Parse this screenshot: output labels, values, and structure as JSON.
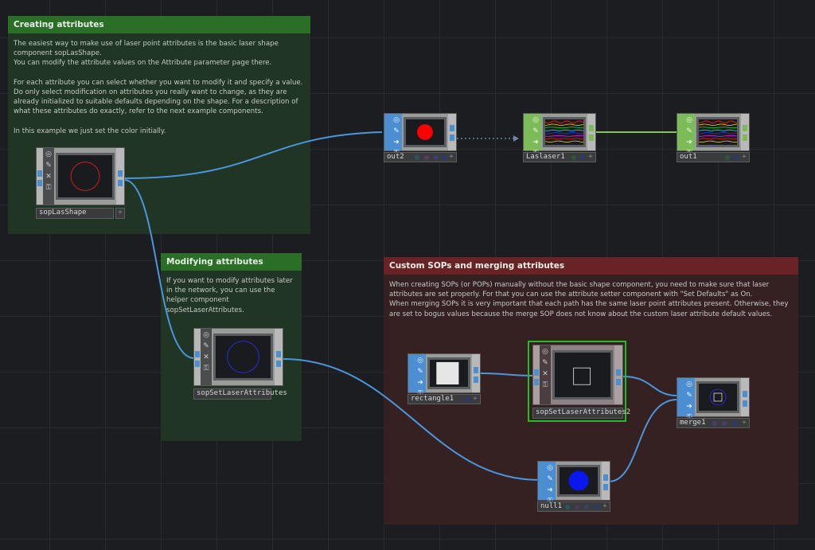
{
  "annotations": {
    "creating": {
      "title": "Creating attributes",
      "body": "The easiest way to make use of laser point attributes is the basic laser shape component sopLasShape.\nYou can modify the attribute values on the Attribute parameter page there.\n\nFor each attribute you can select whether you want to modify it and specify a value.\nDo only select modification on attributes you really want to change, as they are already initialized to suitable defaults depending on the shape. For a description of what these attributes do exactly, refer to the next example components.\n\nIn this example we just set the color initially."
    },
    "modifying": {
      "title": "Modifying attributes",
      "body": "If you want to modify attributes later in the network, you can use the helper component sopSetLaserAttributes."
    },
    "custom": {
      "title": "Custom SOPs and merging attributes",
      "body": "When creating SOPs (or POPs) manually without the basic shape component, you need to make sure that laser attributes are set properly. For that you can use the attribute setter component with \"Set Defaults\" as On.\nWhen merging SOPs it is very important that each path has the same laser point attributes present. Otherwise, they are set to bogus values because the merge SOP does not know about the custom laser attribute default values."
    }
  },
  "nodes": {
    "sopLasShape": {
      "name": "sopLasShape",
      "type": "component",
      "preview": "red-circle-outline"
    },
    "out2": {
      "name": "out2",
      "type": "SOP",
      "preview": "red-filled-circle"
    },
    "laslaser1": {
      "name": "Laslaser1",
      "type": "CHOP",
      "preview": "channel-waveforms"
    },
    "out1": {
      "name": "out1",
      "type": "CHOP",
      "preview": "channel-waveforms"
    },
    "sopSetLaserAttributes": {
      "name": "sopSetLaserAttributes",
      "type": "component",
      "preview": "blue-circle-outline"
    },
    "rectangle1": {
      "name": "rectangle1",
      "type": "SOP",
      "preview": "white-square"
    },
    "sopSetLaserAttributes2": {
      "name": "sopSetLaserAttributes2",
      "type": "component",
      "preview": "white-square-outline",
      "selected": true
    },
    "merge1": {
      "name": "merge1",
      "type": "SOP",
      "preview": "circle-and-square"
    },
    "null1": {
      "name": "null1",
      "type": "SOP",
      "preview": "blue-filled-circle"
    }
  },
  "icons": {
    "viewer": "◎",
    "edit": "✎",
    "bypass": "✕",
    "lock": "⚿",
    "arrow": "➜",
    "plus": "+"
  },
  "colors": {
    "sop_family": "#4b8ed2",
    "chop_family": "#7cbc58",
    "component": "#b5b7b5",
    "wire_sop": "#4a96dc",
    "wire_chop": "#86c456",
    "selection": "#1fbf1f",
    "annotation_green": "#2a6e27",
    "annotation_red": "#6a2325"
  },
  "waveform_colors": [
    "#ff2020",
    "#d8d820",
    "#20d820",
    "#20d8e0",
    "#2030ff",
    "#e020e0",
    "#e02020",
    "#d8d820"
  ]
}
